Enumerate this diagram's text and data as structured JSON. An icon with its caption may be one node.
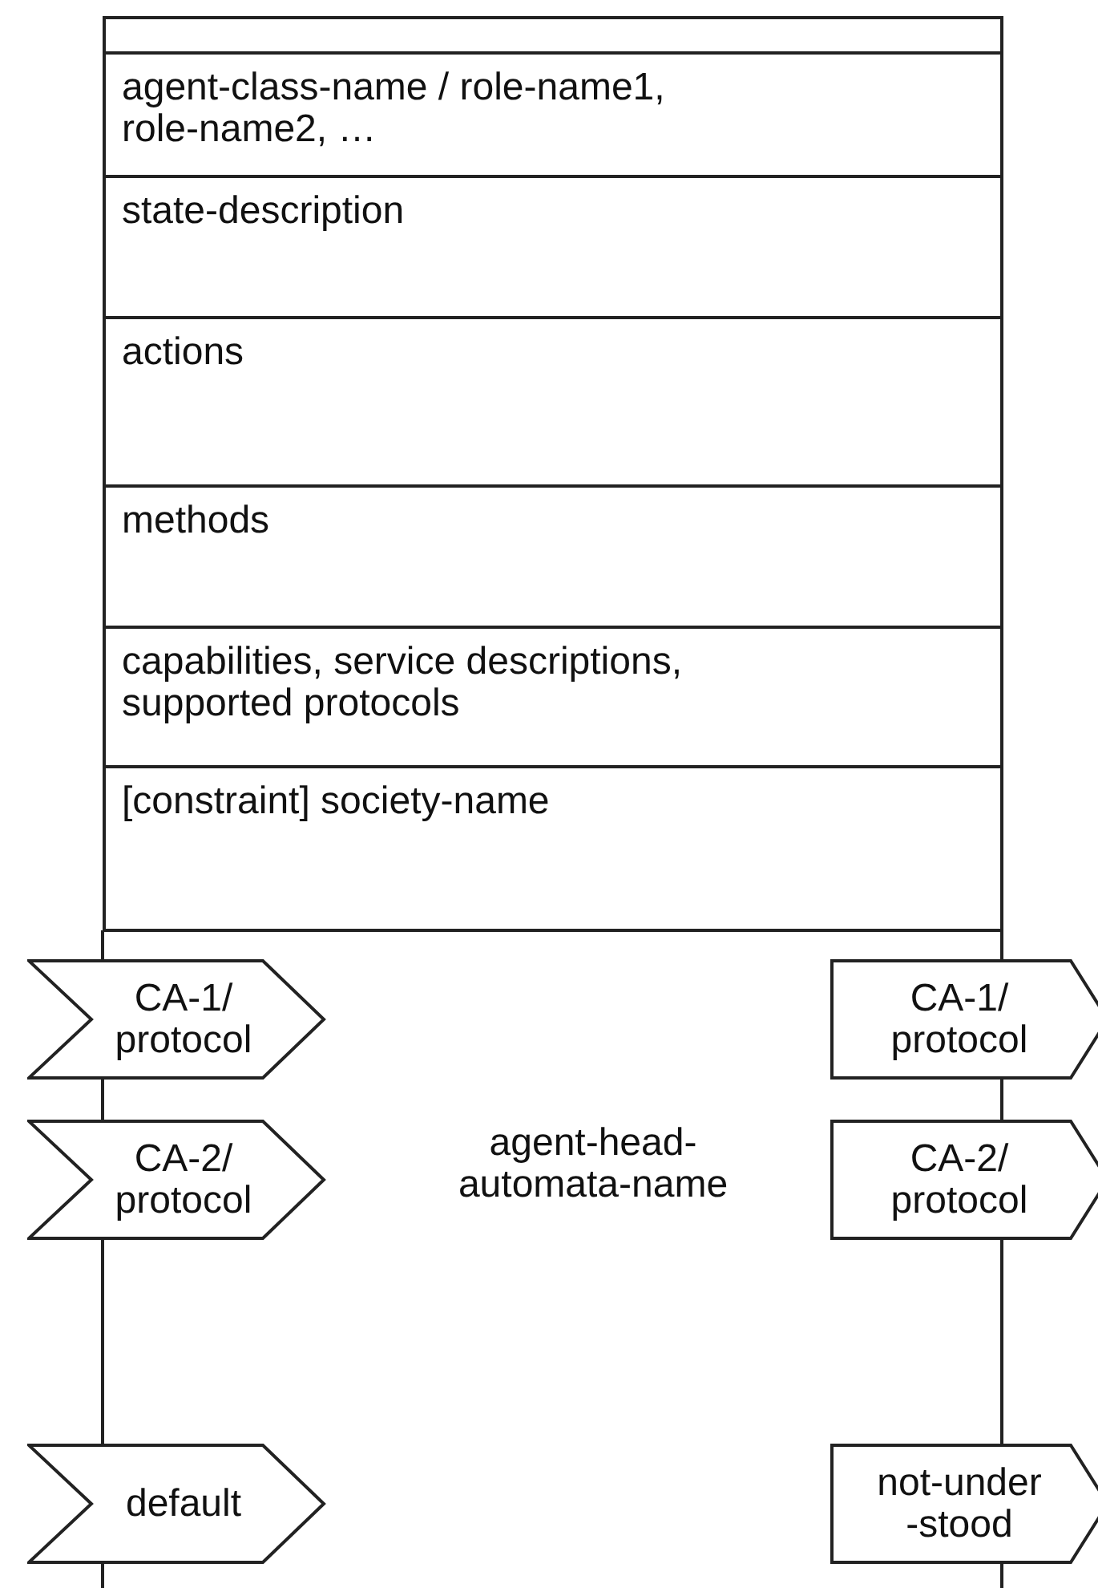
{
  "diagram": {
    "nodes": [
      {
        "text": [],
        "shape": "box"
      },
      {
        "text": [
          "agent-class-name / role-name1, role-name2, …"
        ],
        "in": 0
      },
      {
        "text": [
          "state-description"
        ],
        "in": 0
      },
      {
        "text": [
          "actions"
        ],
        "in": 0
      },
      {
        "text": [
          "methods"
        ],
        "in": 0
      },
      {
        "text": [
          "capabilities, service descriptions, supported protocols"
        ],
        "in": 0
      },
      {
        "text": [
          "[constraint] society-name"
        ],
        "in": 0
      },
      {
        "text": [
          "CA-1/ protocol"
        ]
      },
      {
        "text": [
          "CA-1/ protocol"
        ]
      },
      {
        "text": [
          "CA-2/ protocol"
        ]
      },
      {
        "text": [
          "CA-2/ protocol"
        ]
      },
      {
        "text": [
          "agent-head-automata-name"
        ]
      },
      {
        "text": [
          "default"
        ]
      },
      {
        "text": [
          "not-under -stood"
        ]
      }
    ]
  }
}
